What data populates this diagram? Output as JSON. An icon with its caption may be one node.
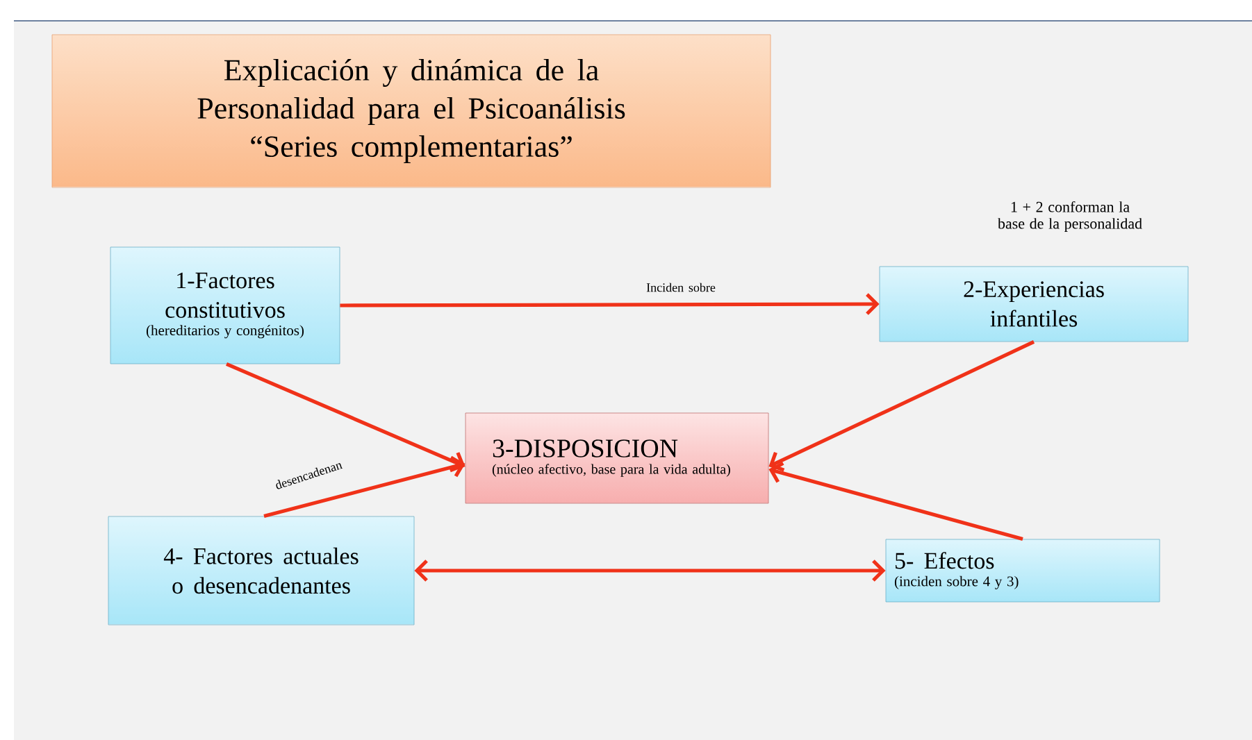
{
  "diagram": {
    "nodes": [
      {
        "text": [
          "Explicación y dinámica de la Personalidad para el Psicoanálisis “Series complementarias”"
        ]
      },
      {
        "text": [
          "1-Factores constitutivos",
          "(hereditarios y congénitos)"
        ]
      },
      {
        "text": [
          "2-Experiencias infantiles"
        ]
      },
      {
        "text": [
          "3-DISPOSICION",
          "(núcleo afectivo, base para la vida adulta)"
        ]
      },
      {
        "text": [
          "4- Factores actuales o desencadenantes"
        ]
      },
      {
        "text": [
          "5- Efectos",
          "(inciden sobre 4 y 3)"
        ]
      }
    ],
    "edges": [
      {
        "from": 1,
        "to": 2,
        "arrow": "to",
        "label": "Inciden sobre"
      },
      {
        "from": 1,
        "to": 3,
        "arrow": "to"
      },
      {
        "from": 2,
        "to": 3,
        "arrow": "to"
      },
      {
        "from": 4,
        "to": 3,
        "arrow": "to",
        "label": "desencadenan"
      },
      {
        "from": 5,
        "to": 3,
        "arrow": "to"
      },
      {
        "from": 4,
        "to": 5,
        "arrow": "both"
      }
    ],
    "labels": [
      "1 + 2 conforman la base de la personalidad"
    ]
  }
}
